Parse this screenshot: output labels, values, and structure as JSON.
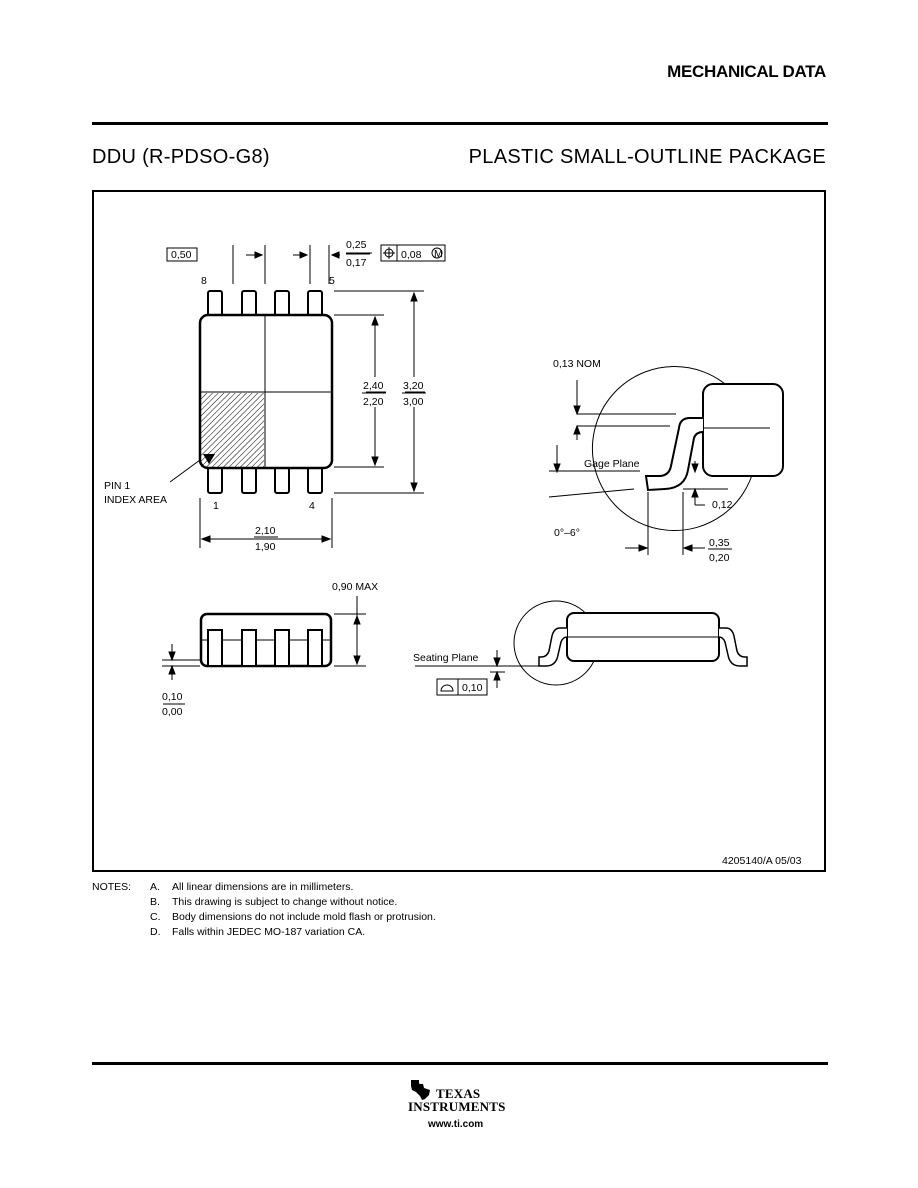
{
  "header": {
    "title": "MECHANICAL DATA"
  },
  "package": {
    "code": "DDU (R-PDSO-G8)",
    "description": "PLASTIC SMALL-OUTLINE PACKAGE"
  },
  "drawing": {
    "pitch": "0,50",
    "lead_width_max": "0,25",
    "lead_width_min": "0,17",
    "position_tol": "0,08",
    "pin_labels": [
      "8",
      "5",
      "1",
      "4"
    ],
    "body_width_max": "2,40",
    "body_width_min": "2,20",
    "overall_width_max": "3,20",
    "overall_width_min": "3,00",
    "body_length_max": "2,10",
    "body_length_min": "1,90",
    "pin1_line1": "PIN 1",
    "pin1_line2": "INDEX AREA",
    "lead_thickness": "0,13 NOM",
    "gage_plane": "Gage Plane",
    "gage_dim": "0,12",
    "angle": "0°–6°",
    "foot_max": "0,35",
    "foot_min": "0,20",
    "height_max": "0,90 MAX",
    "standoff_max": "0,10",
    "standoff_min": "0,00",
    "seating_plane": "Seating Plane",
    "coplanarity": "0,10",
    "doc_id": "4205140/A 05/03"
  },
  "notes": {
    "label": "NOTES:",
    "items": [
      {
        "key": "A.",
        "text": "All linear dimensions are in millimeters."
      },
      {
        "key": "B.",
        "text": "This drawing is subject to change without notice."
      },
      {
        "key": "C.",
        "text": "Body dimensions do not include mold flash or protrusion."
      },
      {
        "key": "D.",
        "text": "Falls within JEDEC MO-187 variation CA."
      }
    ]
  },
  "footer": {
    "brand_line1": "TEXAS",
    "brand_line2": "INSTRUMENTS",
    "url": "www.ti.com"
  }
}
